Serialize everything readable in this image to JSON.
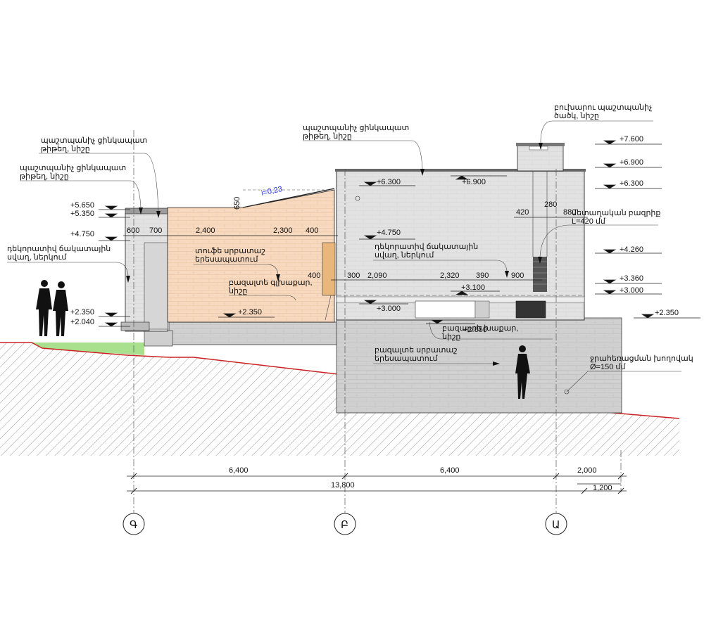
{
  "colors": {
    "brick": "#f7d9bf",
    "wood": "#e9b67c",
    "concrete": "#d0d0d0",
    "plaster": "#e2e2e2",
    "ground_hatch": "#9a9a9a",
    "ground_line": "#cc2222",
    "lawn": "#a8e08e",
    "dark": "#333333"
  },
  "notes": {
    "parapet_top_left": [
      "պաշտպանիչ ցինկապատ",
      "թիթեղ, նիշը"
    ],
    "parapet_top_left2": [
      "պաշտպանիչ ցինկապատ",
      "թիթեղ, նիշը"
    ],
    "decor_plaster_left": [
      "դեկորատիվ ճակատային",
      "սվաղ, ներկում"
    ],
    "parapet_top_mid": [
      "պաշտպանիչ ցինկապատ",
      "թիթեղ, նիշը"
    ],
    "chimney": [
      "բուխարու պաշտպանիչ",
      "ծածկ, նիշը"
    ],
    "tuff": [
      "տուֆե սրբատաշ",
      "երեսապատում"
    ],
    "basalt_cornice": [
      "բազալտե գլխաքար,",
      "նիշը"
    ],
    "decor_plaster_mid": [
      "դեկորատիվ ճակատային",
      "սվաղ, ներկում"
    ],
    "metal_stair": [
      "մետաղական բազրիք",
      "L=420 մմ"
    ],
    "basalt_sill": [
      "բազալտե խաքար,",
      "նիշը"
    ],
    "basalt_facing": [
      "բազալտե սրբատաշ",
      "երեսապատում"
    ],
    "drain_pipe": [
      "ջրահեռացման խողովակ",
      "Ø=150 մմ"
    ]
  },
  "elevations": {
    "e5650": "+5.650",
    "e5350": "+5.350",
    "e4750_l": "+4.750",
    "e2350_l": "+2.350",
    "e2040": "+2.040",
    "e2350_c": "+2.350",
    "e6300_c": "+6.300",
    "e6900_c": "+6.900",
    "e4750_c": "+4.750",
    "e3100": "+3.100",
    "e3000_c": "+3.000",
    "e2850": "+2.850",
    "e7600": "+7.600",
    "e6900_r": "+6.900",
    "e6300_r": "+6.300",
    "e4260": "+4.260",
    "e3360": "+3.360",
    "e3000_r": "+3.000",
    "e2350_r": "+2.350"
  },
  "dims": {
    "d600": "600",
    "d700": "700",
    "d2400": "2,400",
    "d2300": "2,300",
    "d400a": "400",
    "d400b": "400",
    "d650": "650",
    "d300": "300",
    "d2090": "2,090",
    "d2320": "2,320",
    "d390": "390",
    "d900": "900",
    "d420": "420",
    "d280": "280",
    "d880": "880",
    "d6400a": "6,400",
    "d6400b": "6,400",
    "d2000": "2,000",
    "d13800": "13,800",
    "d1200": "1,200"
  },
  "slope": "i=0,23",
  "axes": [
    "Գ",
    "Բ",
    "Ա"
  ]
}
